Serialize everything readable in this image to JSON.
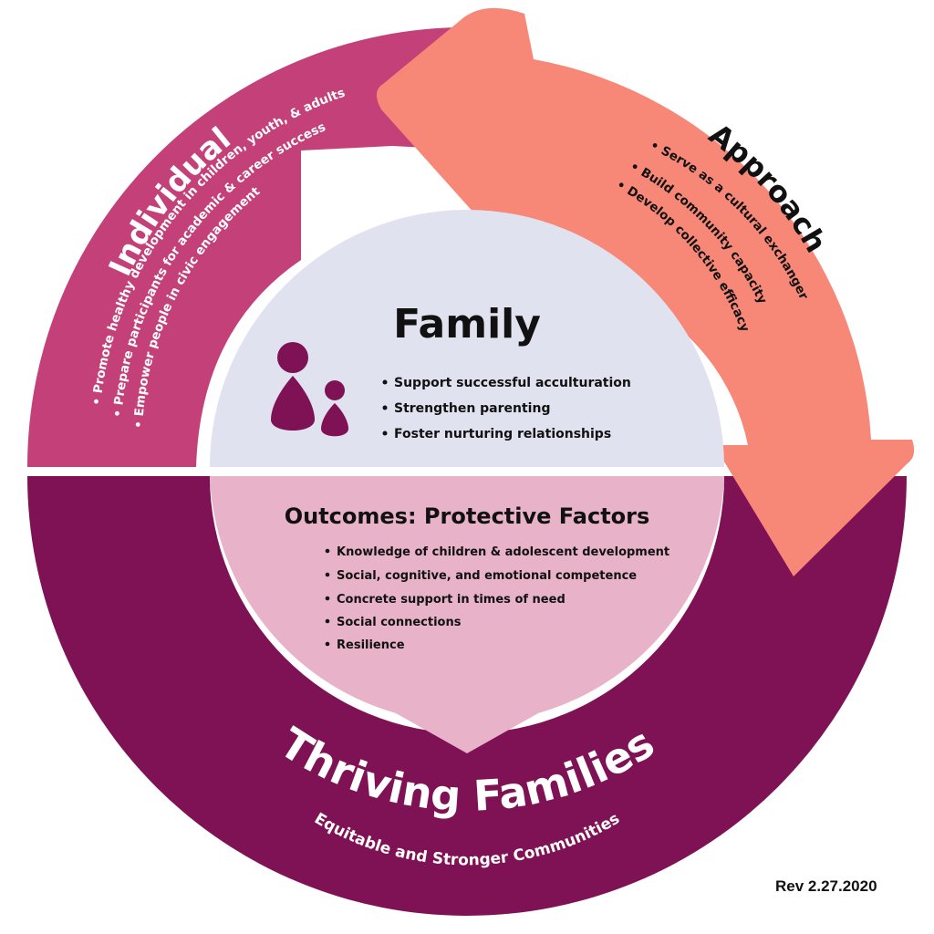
{
  "colors": {
    "individual": "#c44079",
    "thriving": "#7f1255",
    "approach": "#f78877",
    "family_bg": "#e0e2f0",
    "outcomes_bg": "#e8b2c8",
    "icon": "#7f1255",
    "white": "#ffffff",
    "text_dark": "#111111"
  },
  "individual": {
    "title": "Individual",
    "bullets": [
      "• Promote healthy development in children, youth, & adults",
      "• Prepare participants for academic & career success",
      "• Empower people in civic engagement"
    ]
  },
  "approach": {
    "title": "Approach",
    "bullets": [
      "• Serve as a cultural exchanger",
      "• Build community capacity",
      "• Develop collective efficacy"
    ]
  },
  "family": {
    "title": "Family",
    "icon": "parent-child-icon",
    "bullets": [
      "Support successful acculturation",
      "Strengthen parenting",
      "Foster nurturing relationships"
    ]
  },
  "outcomes": {
    "title": "Outcomes: Protective Factors",
    "bullets": [
      "Knowledge of children & adolescent development",
      "Social, cognitive, and emotional competence",
      "Concrete support in times of need",
      "Social connections",
      "Resilience"
    ]
  },
  "thriving": {
    "title": "Thriving Families",
    "subtitle": "Equitable and Stronger Communities"
  },
  "revision": "Rev 2.27.2020"
}
